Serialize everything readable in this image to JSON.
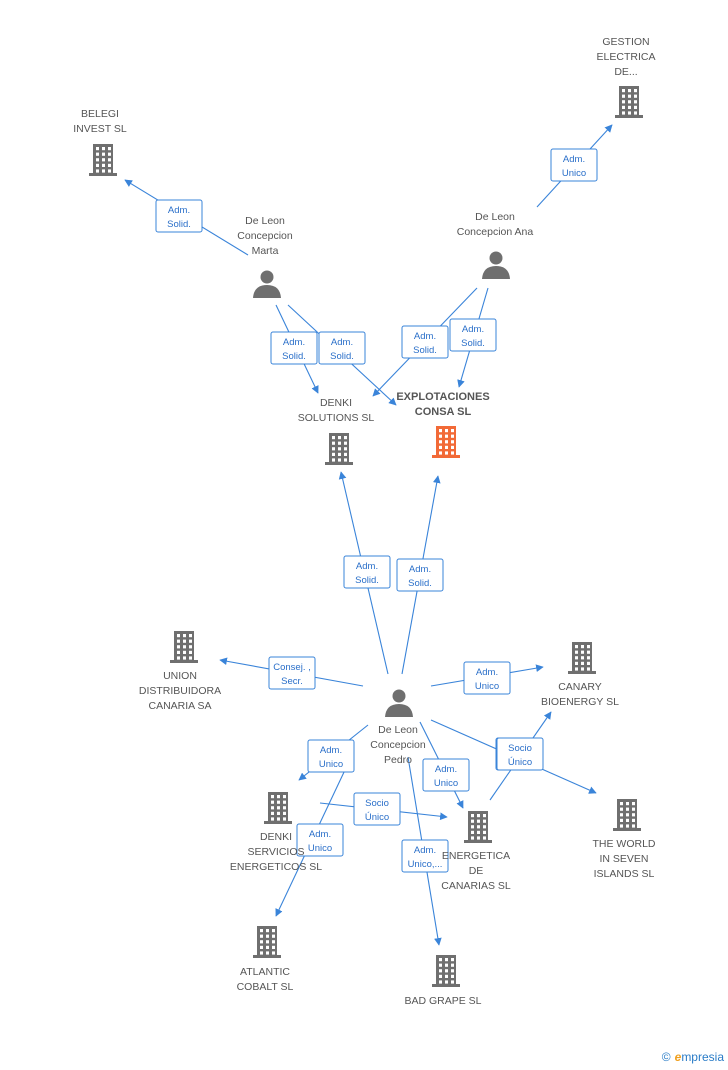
{
  "colors": {
    "company": "#6f6f6f",
    "focus": "#f26a37",
    "person": "#6f6f6f",
    "edge": "#3a84d9",
    "label_text": "#555555"
  },
  "brand": {
    "copyright": "©",
    "initial": "e",
    "name": "mpresia"
  },
  "nodes": [
    {
      "id": "gestion",
      "type": "company",
      "label": [
        "GESTION",
        "ELECTRICA",
        "DE..."
      ]
    },
    {
      "id": "belegi",
      "type": "company",
      "label": [
        "BELEGI",
        "INVEST SL"
      ]
    },
    {
      "id": "marta",
      "type": "person",
      "label": [
        "De Leon",
        "Concepcion",
        "Marta"
      ]
    },
    {
      "id": "ana",
      "type": "person",
      "label": [
        "De Leon",
        "Concepcion Ana"
      ]
    },
    {
      "id": "denki_sol",
      "type": "company",
      "label": [
        "DENKI",
        "SOLUTIONS SL"
      ]
    },
    {
      "id": "explotaciones",
      "type": "focus",
      "label": [
        "EXPLOTACIONES",
        "CONSA SL"
      ]
    },
    {
      "id": "union",
      "type": "company",
      "label": [
        "UNION",
        "DISTRIBUIDORA",
        "CANARIA SA"
      ]
    },
    {
      "id": "pedro",
      "type": "person",
      "label": [
        "De Leon",
        "Concepcion",
        "Pedro"
      ]
    },
    {
      "id": "canary",
      "type": "company",
      "label": [
        "CANARY",
        "BIOENERGY SL"
      ]
    },
    {
      "id": "denki_serv",
      "type": "company",
      "label": [
        "DENKI",
        "SERVICIOS",
        "ENERGETICOS SL"
      ]
    },
    {
      "id": "energetica",
      "type": "company",
      "label": [
        "ENERGETICA",
        "DE",
        "CANARIAS SL"
      ]
    },
    {
      "id": "world",
      "type": "company",
      "label": [
        "THE WORLD",
        "IN SEVEN",
        "ISLANDS SL"
      ]
    },
    {
      "id": "atlantic",
      "type": "company",
      "label": [
        "ATLANTIC",
        "COBALT SL"
      ]
    },
    {
      "id": "badgrape",
      "type": "company",
      "label": [
        "BAD GRAPE SL"
      ]
    }
  ],
  "edges": [
    {
      "from": "marta",
      "to": "belegi",
      "label": [
        "Adm.",
        "Solid."
      ]
    },
    {
      "from": "ana",
      "to": "gestion",
      "label": [
        "Adm.",
        "Unico"
      ]
    },
    {
      "from": "marta",
      "to": "denki_sol",
      "label": [
        "Adm.",
        "Solid."
      ]
    },
    {
      "from": "marta",
      "to": "explotaciones",
      "label": [
        "Adm.",
        "Solid."
      ]
    },
    {
      "from": "ana",
      "to": "denki_sol",
      "label": [
        "Adm.",
        "Solid."
      ]
    },
    {
      "from": "ana",
      "to": "explotaciones",
      "label": [
        "Adm.",
        "Solid."
      ]
    },
    {
      "from": "pedro",
      "to": "denki_sol",
      "label": [
        "Adm.",
        "Solid."
      ]
    },
    {
      "from": "pedro",
      "to": "explotaciones",
      "label": [
        "Adm.",
        "Solid."
      ]
    },
    {
      "from": "pedro",
      "to": "union",
      "label": [
        "Consej. ,",
        "Secr."
      ]
    },
    {
      "from": "pedro",
      "to": "canary",
      "label": [
        "Adm.",
        "Unico"
      ]
    },
    {
      "from": "pedro",
      "to": "denki_serv",
      "label": [
        "Adm.",
        "Unico"
      ]
    },
    {
      "from": "pedro",
      "to": "energetica",
      "label": [
        "Adm.",
        "Unico"
      ]
    },
    {
      "from": "pedro",
      "to": "world",
      "label": [
        "Socio",
        "Único"
      ]
    },
    {
      "from": "energetica",
      "to": "canary",
      "label": [
        "Socio",
        "Único"
      ]
    },
    {
      "from": "denki_serv",
      "to": "energetica",
      "label": [
        "Socio",
        "Único"
      ]
    },
    {
      "from": "pedro",
      "to": "atlantic",
      "label": [
        "Adm.",
        "Unico"
      ]
    },
    {
      "from": "pedro",
      "to": "badgrape",
      "label": [
        "Adm.",
        "Unico,..."
      ]
    }
  ]
}
